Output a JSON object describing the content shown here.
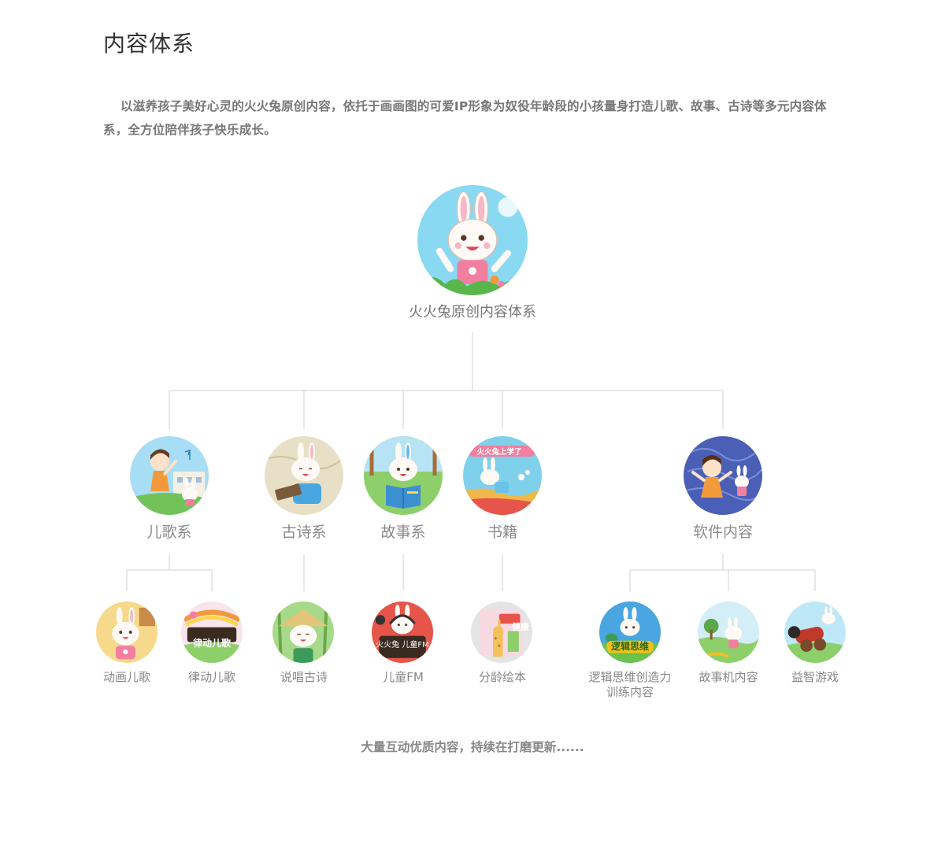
{
  "title": "内容体系",
  "intro": "以滋养孩子美好心灵的火火兔原创内容，依托于画画图的可爱IP形象为奴役年龄段的小孩量身打造儿歌、故事、古诗等多元内容体系，全方位陪伴孩子快乐成长。",
  "root": {
    "label": "火火兔原创内容体系",
    "icon": "bunny-waving-illustration"
  },
  "categories": [
    {
      "label": "儿歌系",
      "icon": "girl-and-bunny-illustration"
    },
    {
      "label": "古诗系",
      "icon": "bunny-reading-scroll-illustration"
    },
    {
      "label": "故事系",
      "icon": "bunny-reading-book-illustration"
    },
    {
      "label": "书籍",
      "icon": "book-cover-illustration",
      "badge": "火火兔上学了"
    },
    {
      "label": "软件内容",
      "icon": "girl-and-bunny-night-illustration"
    }
  ],
  "leaves": [
    {
      "label": "动画儿歌",
      "icon": "bunny-animation-illustration"
    },
    {
      "label": "律动儿歌",
      "icon": "rhythm-song-illustration",
      "badge": "律动儿歌"
    },
    {
      "label": "说唱古诗",
      "icon": "bunny-straw-hat-illustration"
    },
    {
      "label": "儿童FM",
      "icon": "bunny-radio-illustration",
      "badge": "火火兔 儿童FM"
    },
    {
      "label": "分龄绘本",
      "icon": "picture-book-illustration",
      "badge": "健康"
    },
    {
      "label": "逻辑思维创造力训练内容",
      "label_line1": "逻辑思维创造力",
      "label_line2": "训练内容",
      "icon": "logic-thinking-illustration",
      "badge": "逻辑思维"
    },
    {
      "label": "故事机内容",
      "icon": "bunny-meadow-illustration"
    },
    {
      "label": "益智游戏",
      "icon": "cannon-game-illustration"
    }
  ],
  "footer": "大量互动优质内容，持续在打磨更新......",
  "colors": {
    "line": "#d0d0d0",
    "sky": "#7fd3f0",
    "pink": "#f29bb4",
    "bunny": "#fffaf5"
  }
}
